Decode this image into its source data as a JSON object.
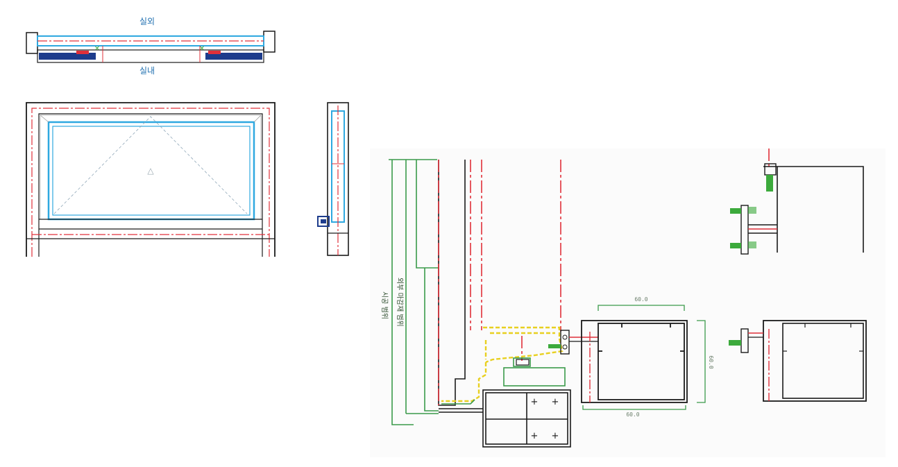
{
  "top_view": {
    "outside_label": "실외",
    "inside_label": "실내"
  },
  "detail": {
    "dim_top": "60.0",
    "dim_bottom": "60.0",
    "dim_right": "60.0",
    "vertical_label_1": "시공 범위",
    "vertical_label_2": "외부 마감재 범위"
  },
  "colors": {
    "frame": "#1a1a1a",
    "glass_blue": "#2ea8e0",
    "centerline_red": "#e0303a",
    "dim_green": "#3a9a4a",
    "gasket_yellow": "#e8d020",
    "seal_navy": "#1d3c8c",
    "anchor_green": "#3caa3c"
  }
}
